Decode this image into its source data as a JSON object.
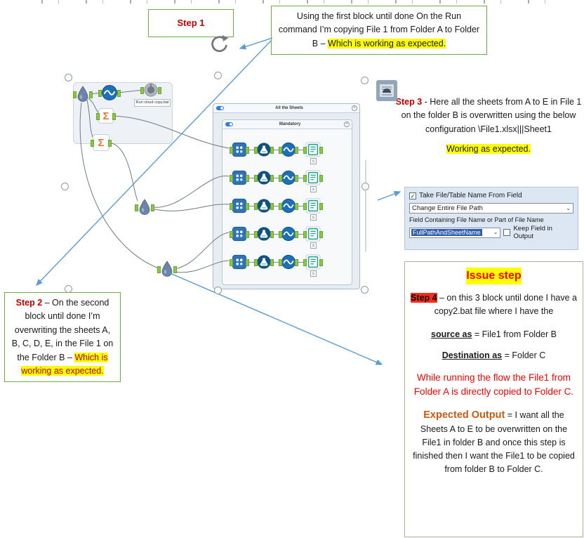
{
  "colors": {
    "callout_border": "#70ad47",
    "highlight_yellow": "#ffff00",
    "step_red": "#c00000",
    "warning_red": "#ff0000",
    "expected_orange": "#c55a11",
    "arrow_blue": "#5b9bd5",
    "dropdown_selection_blue": "#2e5db3"
  },
  "icons": {
    "check": "✓",
    "chevron": "⌄",
    "expand": "+"
  },
  "callouts": {
    "step1_label": "Step 1",
    "top": {
      "text": "Using the first block until done On the Run command I’m copying File 1 from Folder A to Folder B – ",
      "highlight": "Which is working as expected."
    },
    "step2": {
      "label": "Step 2",
      "text": " – On the second block until done I’m overwriting the sheets A, B, C, D, E, in the File 1 on the Folder B – ",
      "highlight": "Which is working as expected."
    },
    "step3": {
      "label": "Step 3",
      "text": " - Here all the sheets from A to E in File 1 on the folder B is overwritten using the below configuration \\File1.xlsx|||Sheet1",
      "highlight": "Working as expected."
    },
    "issue": {
      "title": "Issue step",
      "step4_label": "Step 4",
      "step4_text": " – on this 3 block until done I have a copy2.bat file where I have the",
      "source_label": "source as",
      "source_value": " = File1 from Folder B",
      "dest_label": "Destination as",
      "dest_value": " = Folder C",
      "warning": "While running the flow the File1 from Folder A is directly copied to Folder C.",
      "expected_label": "Expected Output",
      "expected_value": " = I want all the Sheets A to E to be overwritten on the File1 in folder B and once this step is finished then I want the File1 to be copied from folder B to Folder C."
    }
  },
  "workflow": {
    "outer_container": "All the Sheets",
    "inner_container": "Mandatory",
    "run_tool_label": "Run cloud copy.bat",
    "sigma_glyph": "Σ",
    "row_badge": "s",
    "row_count": 5
  },
  "config_panel": {
    "take_file_checkbox": "Take File/Table Name From Field",
    "mode_dropdown": "Change Entire File Path",
    "field_label": "Field Containing File Name or Part of File Name",
    "field_dropdown": "FullPathAndSheetName",
    "keep_field_checkbox": "Keep Field in Output"
  }
}
